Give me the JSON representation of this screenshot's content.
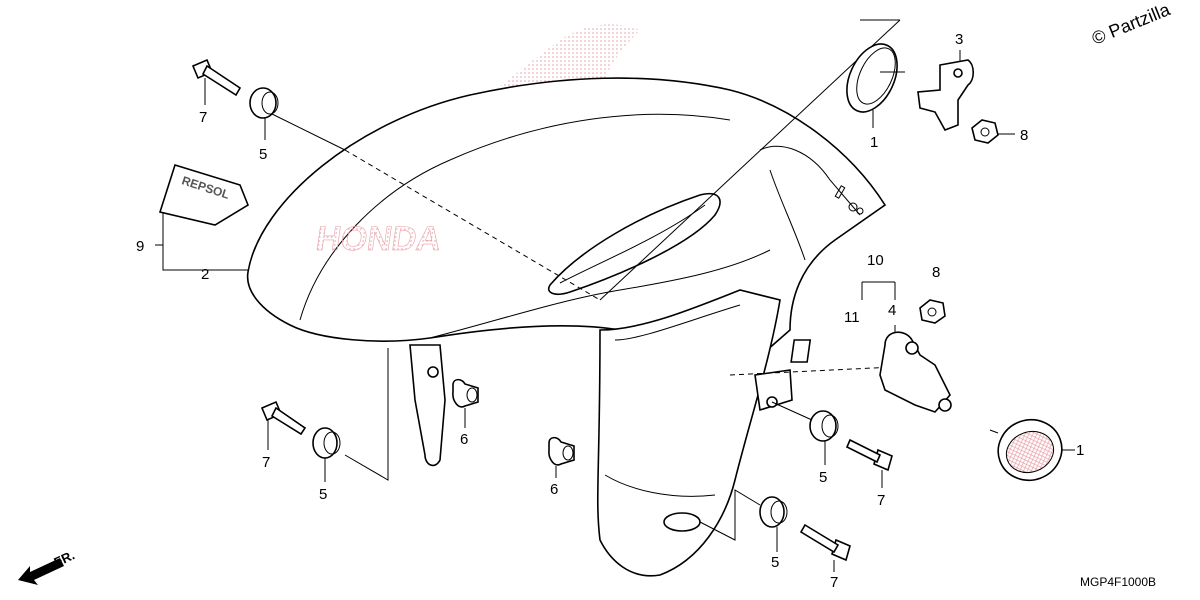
{
  "copyright": "© Partzilla",
  "diagram_code": "MGP4F1000B",
  "front_arrow_label": "FR.",
  "fender_text": "HONDA",
  "sticker_text": "REPSOL",
  "part_labels": {
    "p1_top": "1",
    "p1_right": "1",
    "p2": "2",
    "p3": "3",
    "p4": "4",
    "p5_top": "5",
    "p5_left": "5",
    "p5_right": "5",
    "p5_bottom": "5",
    "p6_left": "6",
    "p6_bottom": "6",
    "p7_top": "7",
    "p7_left": "7",
    "p7_right": "7",
    "p7_bottom": "7",
    "p8_top": "8",
    "p8_right": "8",
    "p9": "9",
    "p10": "10",
    "p11": "11"
  },
  "colors": {
    "line": "#000000",
    "background": "#ffffff",
    "pattern": "#e8a0a8"
  }
}
